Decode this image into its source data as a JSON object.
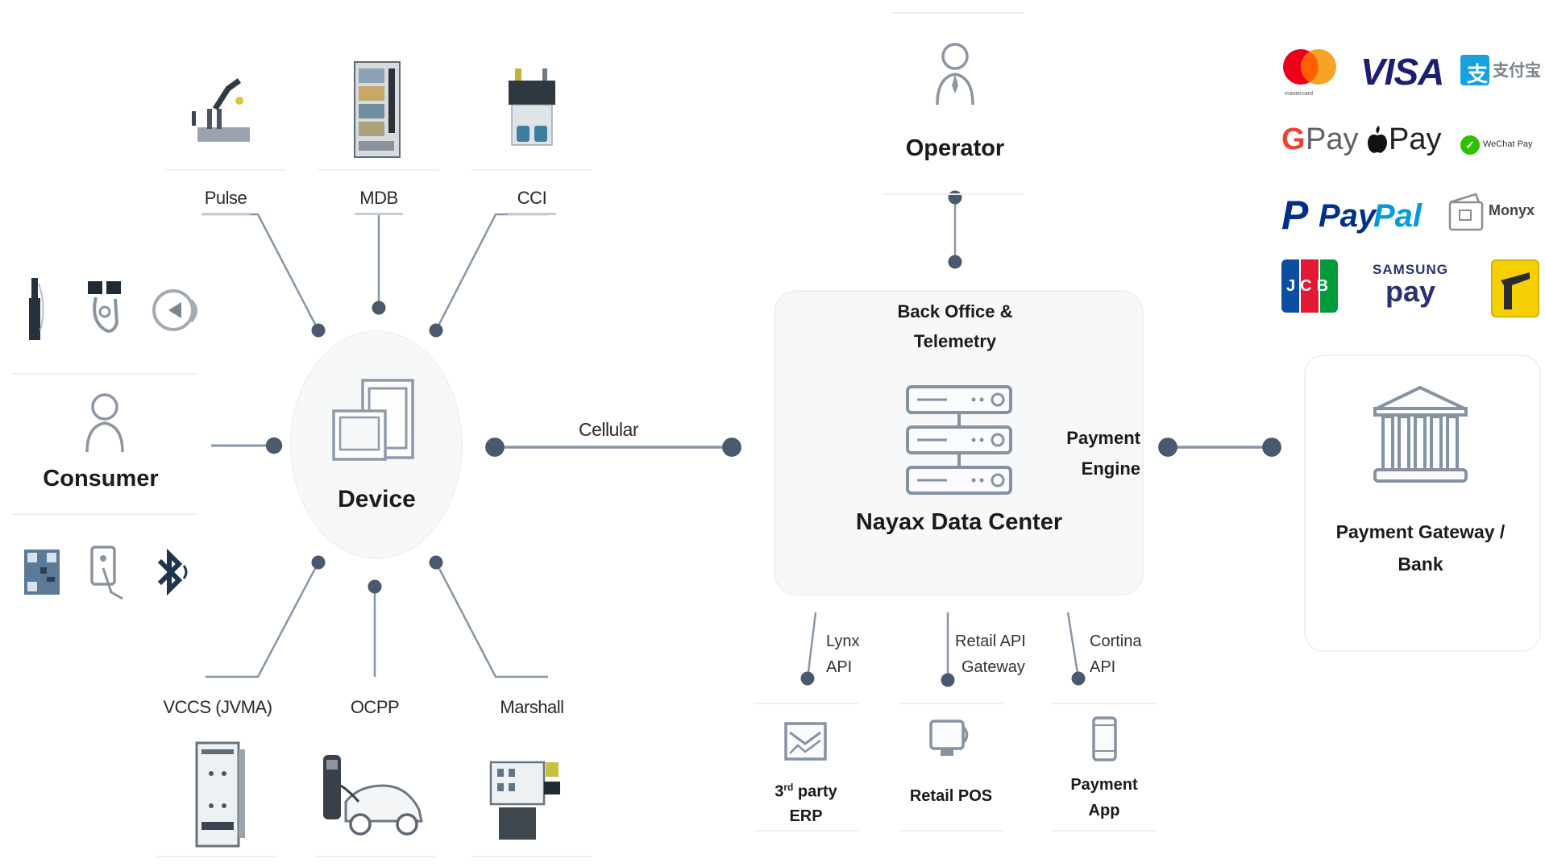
{
  "diagram": {
    "top_protocols": [
      {
        "label": "Pulse",
        "icon": "robotic-arm-machine-icon"
      },
      {
        "label": "MDB",
        "icon": "vending-machine-icon"
      },
      {
        "label": "CCI",
        "icon": "coffee-machine-icon"
      }
    ],
    "bottom_protocols": [
      {
        "label": "VCCS (JVMA)",
        "icon": "japanese-vending-machine-icon"
      },
      {
        "label": "OCPP",
        "icon": "ev-charger-car-icon"
      },
      {
        "label": "Marshall",
        "icon": "kiosk-machine-icon"
      }
    ],
    "consumer": {
      "label": "Consumer",
      "top_icons": [
        "contactless-card-reader-icon",
        "nfc-tap-card-icon",
        "face-recognition-icon"
      ],
      "bottom_icons": [
        "qr-code-icon",
        "mobile-tap-icon",
        "bluetooth-icon"
      ]
    },
    "device": {
      "label": "Device"
    },
    "link_cellular": {
      "label": "Cellular"
    },
    "operator": {
      "label": "Operator"
    },
    "data_center": {
      "title": "Nayax Data Center",
      "back_office": "Back Office & Telemetry",
      "back_office_line1": "Back Office &",
      "back_office_line2": "Telemetry",
      "payment_engine_line1": "Payment",
      "payment_engine_line2": "Engine"
    },
    "apis": [
      {
        "line1": "Lynx",
        "line2": "API",
        "target_line1": "3rd party",
        "target_line2": "ERP",
        "icon": "erp-dashboard-icon"
      },
      {
        "line1": "Retail API",
        "line2": "Gateway",
        "target_line1": "Retail POS",
        "target_line2": "",
        "icon": "pos-monitor-icon"
      },
      {
        "line1": "Cortina",
        "line2": "API",
        "target_line1": "Payment",
        "target_line2": "App",
        "icon": "mobile-phone-icon"
      }
    ],
    "payment_gateway": {
      "line1": "Payment Gateway /",
      "line2": "Bank"
    },
    "payment_methods": [
      {
        "name": "Mastercard",
        "text": "mastercard"
      },
      {
        "name": "Visa",
        "text": "VISA"
      },
      {
        "name": "Alipay",
        "text": "支付宝"
      },
      {
        "name": "Google Pay",
        "text": "Pay"
      },
      {
        "name": "Apple Pay",
        "text": "Pay"
      },
      {
        "name": "WeChat Pay",
        "text": "WeChat Pay"
      },
      {
        "name": "PayPal",
        "text_pay": "Pay",
        "text_pal": "Pal"
      },
      {
        "name": "Monyx Wallet",
        "text": "Monyx"
      },
      {
        "name": "JCB",
        "text": "JCB"
      },
      {
        "name": "Samsung Pay",
        "text_top": "SAMSUNG",
        "text_bottom": "pay"
      },
      {
        "name": "Bit",
        "text": "bit"
      }
    ],
    "colors": {
      "line": "#8796a8",
      "line_dark": "#4a5a6e",
      "icon_stroke": "#7d8ba0",
      "mastercard_red": "#eb001b",
      "mastercard_orange": "#f79e1b",
      "visa_navy": "#1a1f71",
      "alipay_blue": "#1aa0e0",
      "wechat_green": "#2dc100",
      "paypal_dark": "#003087",
      "paypal_light": "#009cde",
      "bit_yellow": "#f5d000"
    }
  }
}
